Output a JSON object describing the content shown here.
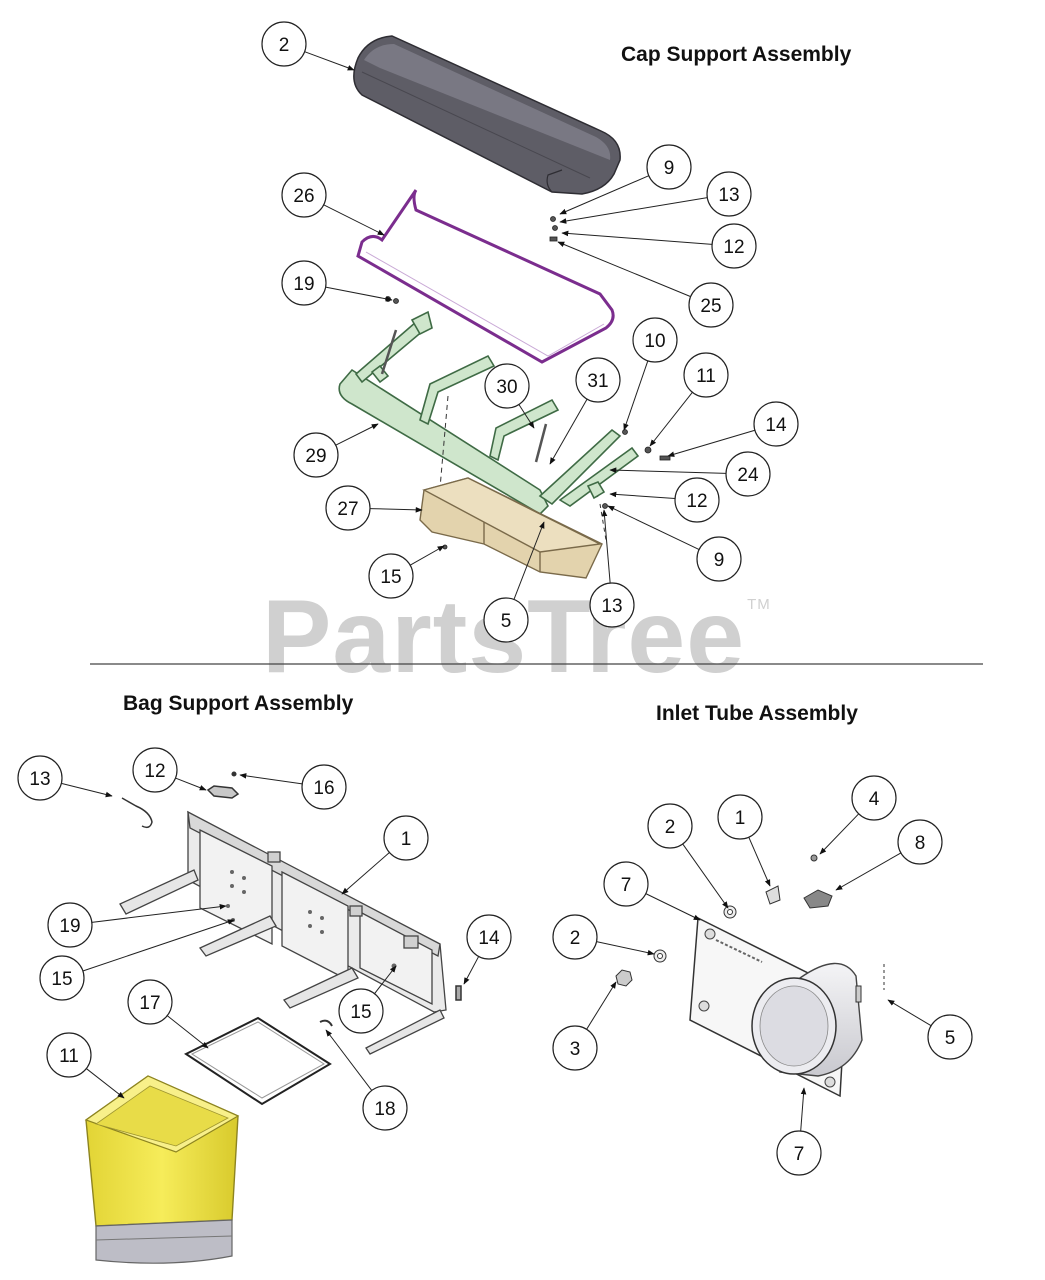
{
  "sections": {
    "cap_support": {
      "title": "Cap Support Assembly"
    },
    "bag_support": {
      "title": "Bag Support Assembly"
    },
    "inlet_tube": {
      "title": "Inlet Tube Assembly"
    }
  },
  "watermark": {
    "text": "PartsTree",
    "trademark": "TM"
  },
  "colors": {
    "cap": "#5e5d66",
    "cap_top": "#7c7b86",
    "gasket": "#7b2d8e",
    "frame": "#cfe6cc",
    "frame_stroke": "#3f6b45",
    "bracket": "#e3d3ad",
    "bracket_stroke": "#7a6a4a",
    "bag": "#f2e64a",
    "bag_stroke": "#8d8420",
    "callout_stroke": "#222222"
  },
  "callouts": {
    "cap_support": [
      "2",
      "26",
      "19",
      "9",
      "13",
      "12",
      "25",
      "10",
      "11",
      "14",
      "24",
      "12",
      "9",
      "30",
      "31",
      "29",
      "27",
      "15",
      "5",
      "13"
    ],
    "bag_support": [
      "13",
      "12",
      "16",
      "1",
      "19",
      "15",
      "14",
      "15",
      "17",
      "18",
      "11"
    ],
    "inlet_tube": [
      "2",
      "1",
      "4",
      "8",
      "7",
      "2",
      "3",
      "5",
      "7"
    ]
  }
}
